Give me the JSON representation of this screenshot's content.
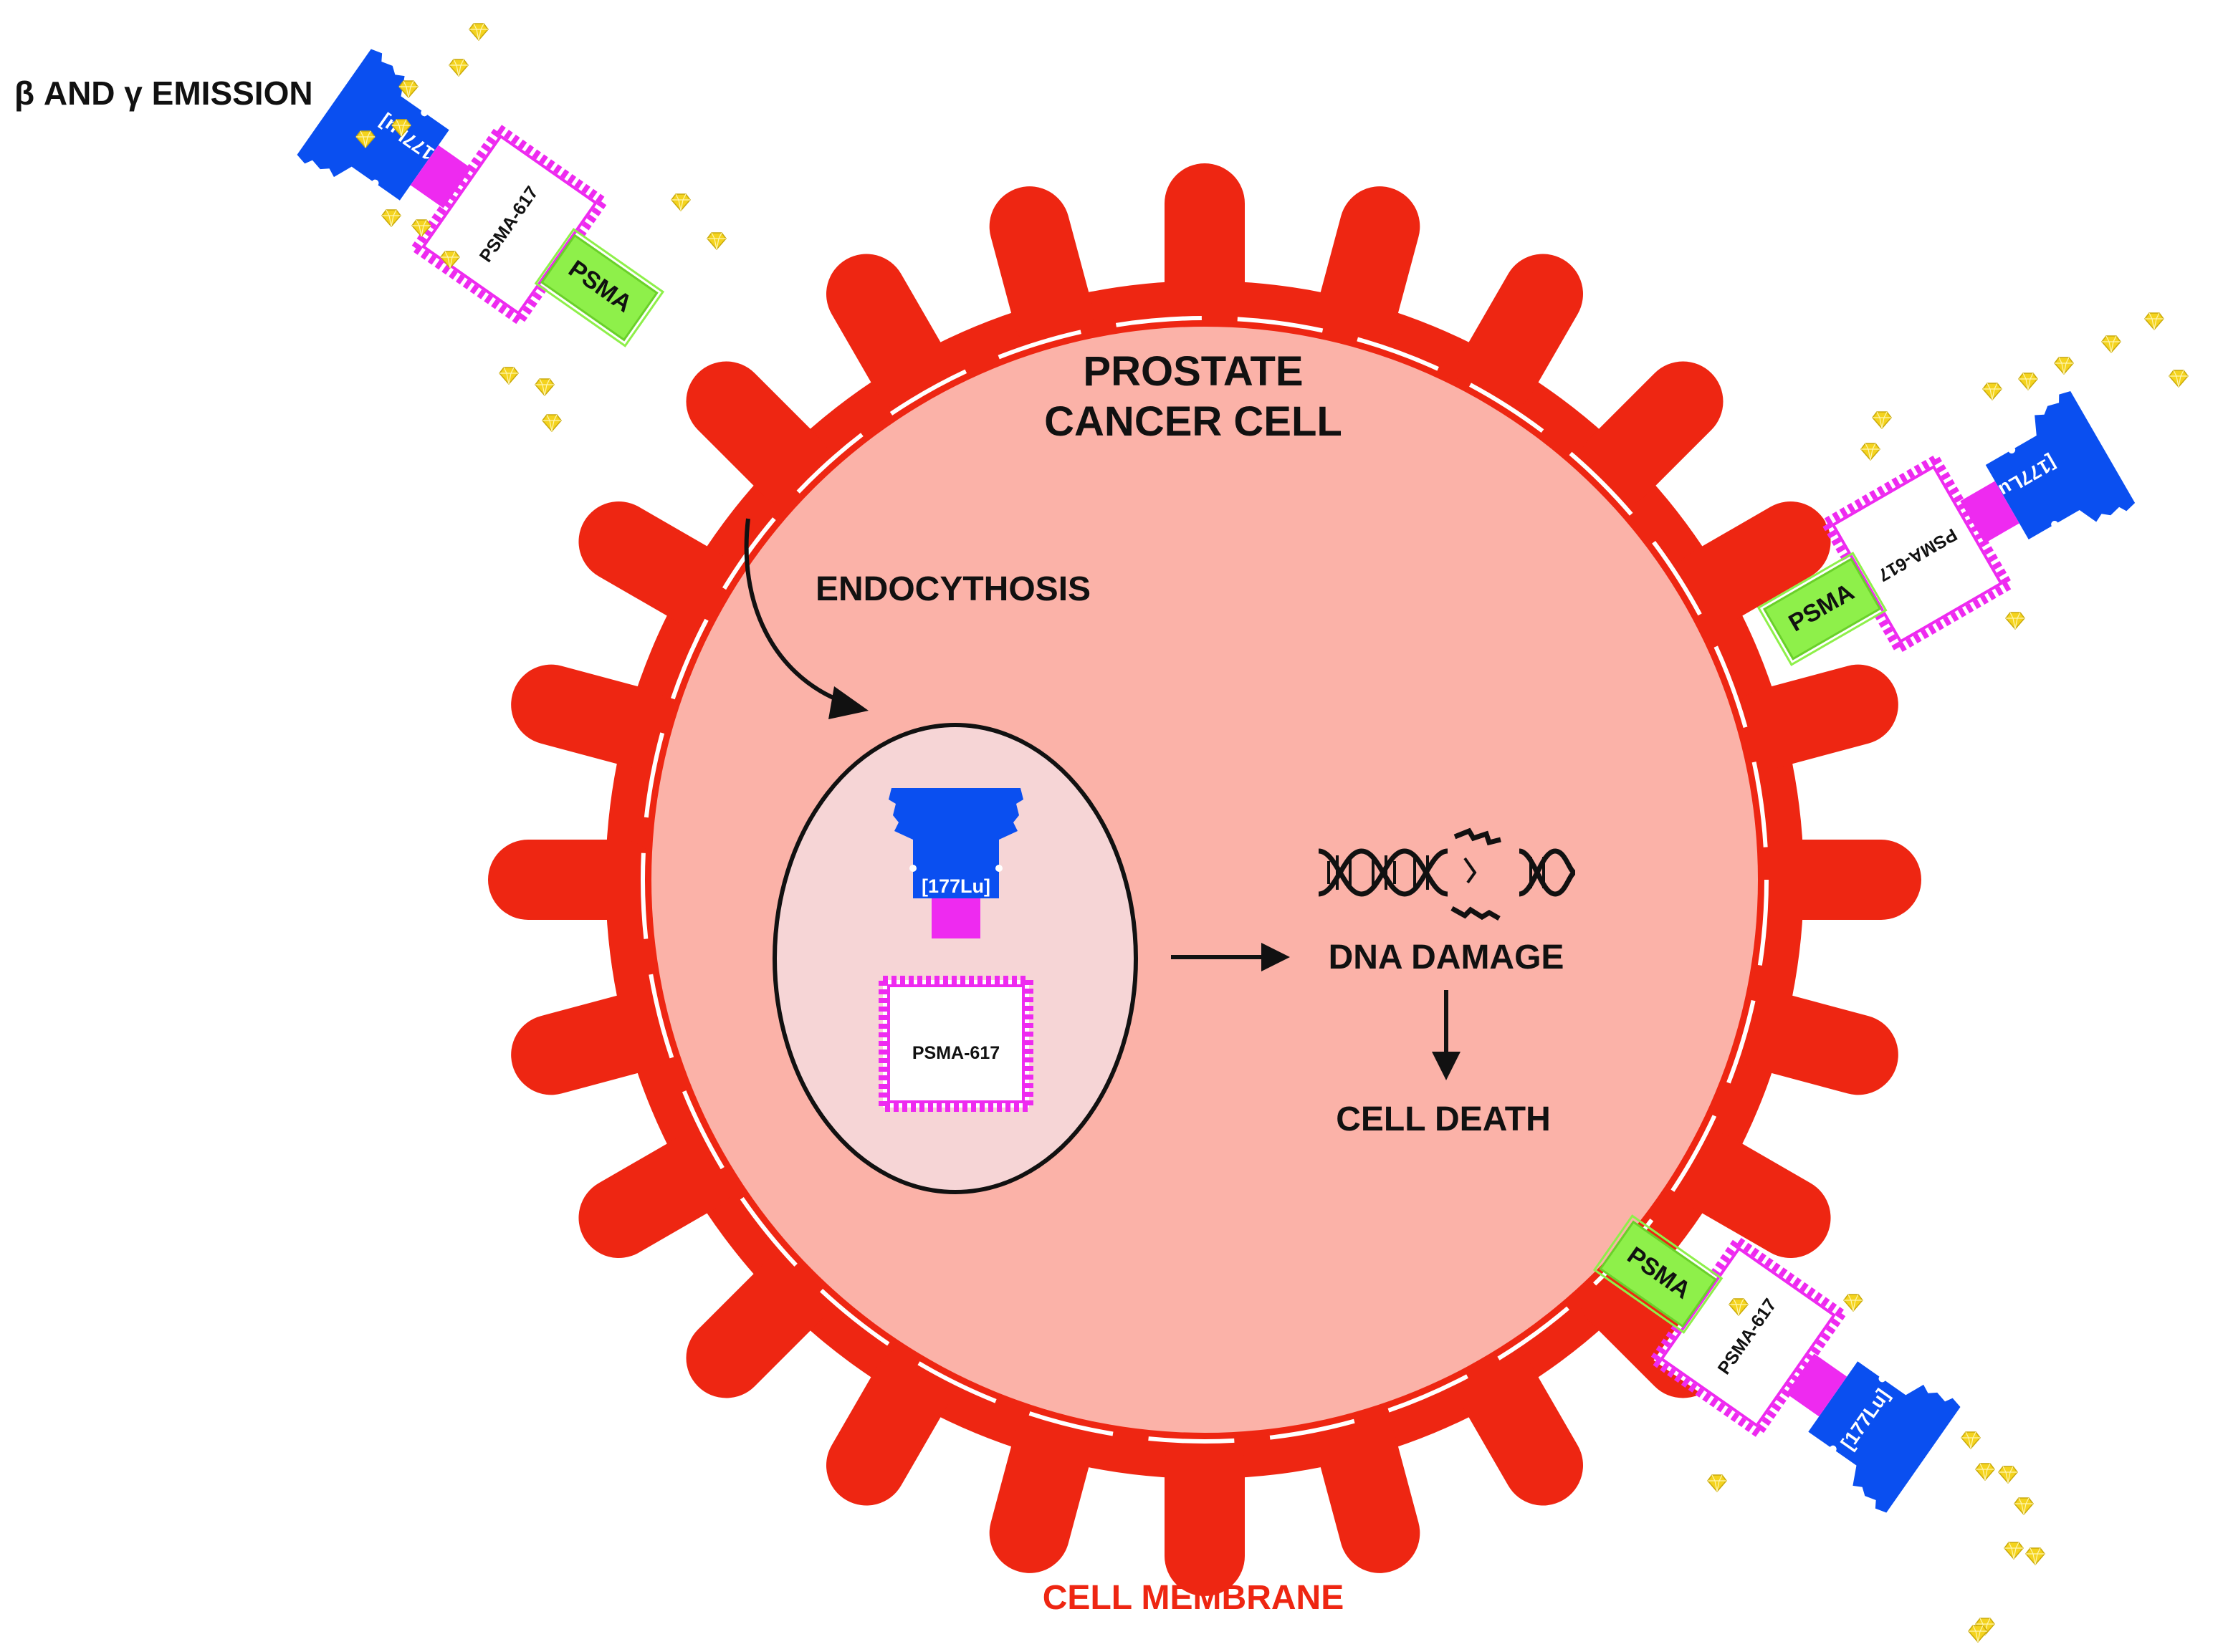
{
  "labels": {
    "emission": "β AND γ EMISSION",
    "cell_title_line1": "PROSTATE",
    "cell_title_line2": "CANCER CELL",
    "endocytosis": "ENDOCYTHOSIS",
    "dna_damage": "DNA DAMAGE",
    "cell_death": "CELL DEATH",
    "cell_membrane": "CELL MEMBRANE"
  },
  "complex": {
    "isotope_label": "[177Lu]",
    "ligand_label": "PSMA-617",
    "receptor_label": "PSMA"
  },
  "colors": {
    "membrane": "#ee2612",
    "cytoplasm": "#fbb2a8",
    "endosome": "#f6d5d6",
    "isotope": "#0a4ff0",
    "ligand": "#ee2af0",
    "receptor": "#8ef04a",
    "emission": "#f4d31e",
    "text": "#111111"
  },
  "icons": {
    "dna": "dna-double-helix-broken-icon",
    "emission_particle": "radiation-particle-icon"
  }
}
